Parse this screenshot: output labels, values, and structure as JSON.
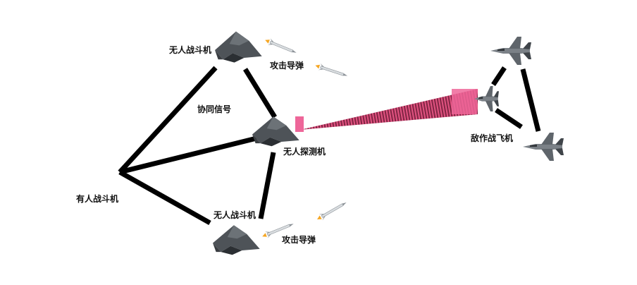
{
  "labels": {
    "manned_fighter": "有人战斗机",
    "uav_fighter_top": "无人战斗机",
    "uav_fighter_bottom": "无人战斗机",
    "uav_detector": "无人探测机",
    "missile_top": "攻击导弹",
    "missile_bottom": "攻击导弹",
    "coop_signal": "协同信号",
    "enemy_aircraft": "敌作战飞机"
  },
  "colors": {
    "link": "#000000",
    "beam": "#cc4466",
    "beam_marker": "#ee6699",
    "stealth_body": "#4e5358",
    "stealth_dark": "#2b2f33",
    "jet_body": "#7b8187",
    "jet_dark": "#3f4449",
    "missile_flame": "#f5a623"
  },
  "icons": [
    "flying-wing-uav-icon",
    "fighter-jet-icon",
    "missile-icon"
  ]
}
